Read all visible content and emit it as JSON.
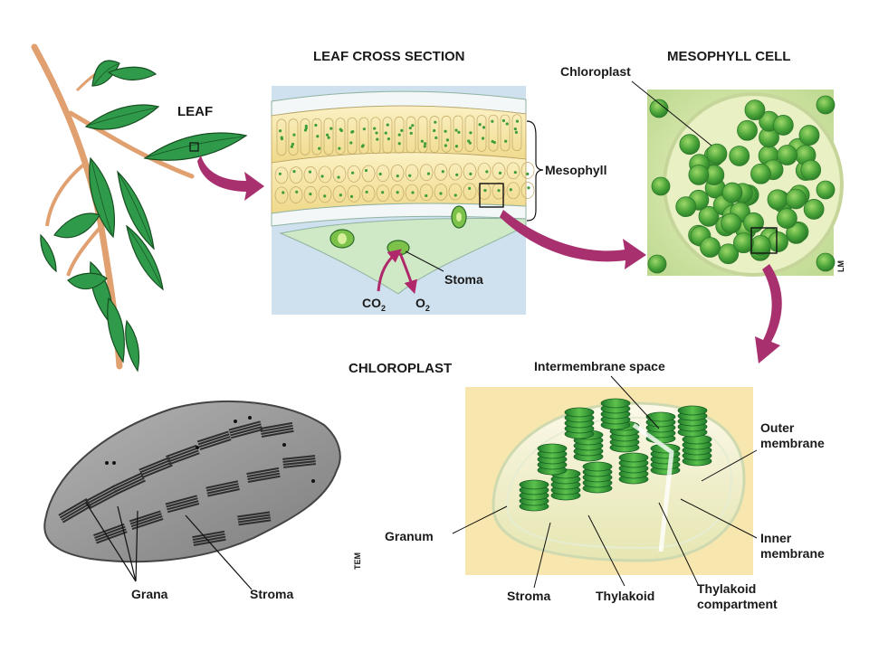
{
  "labels": {
    "leaf": "LEAF",
    "leaf_cross_section": "LEAF CROSS SECTION",
    "mesophyll_cell": "MESOPHYLL CELL",
    "chloroplast_title": "CHLOROPLAST",
    "chloroplast_callout": "Chloroplast",
    "mesophyll": "Mesophyll",
    "stoma": "Stoma",
    "co2": "CO",
    "co2_sub": "2",
    "o2": "O",
    "o2_sub": "2",
    "lm": "LM",
    "tem": "TEM",
    "grana": "Grana",
    "stroma_tem": "Stroma",
    "intermembrane_space": "Intermembrane space",
    "outer_membrane_1": "Outer",
    "outer_membrane_2": "membrane",
    "inner_membrane_1": "Inner",
    "inner_membrane_2": "membrane",
    "granum": "Granum",
    "stroma": "Stroma",
    "thylakoid": "Thylakoid",
    "thylakoid_compartment_1": "Thylakoid",
    "thylakoid_compartment_2": "compartment"
  },
  "colors": {
    "leaf_green": "#2e9a4a",
    "leaf_dark": "#1e6b33",
    "stem": "#e8a878",
    "arrow_magenta": "#a8306e",
    "cell_yellow": "#f4e6a8",
    "chloroplast_green": "#3f9e3a",
    "mesophyll_bg": "#d6e8a8",
    "chloroplast_panel_bg": "#f7e6ad",
    "tem_gray": "#8a8a8a"
  }
}
